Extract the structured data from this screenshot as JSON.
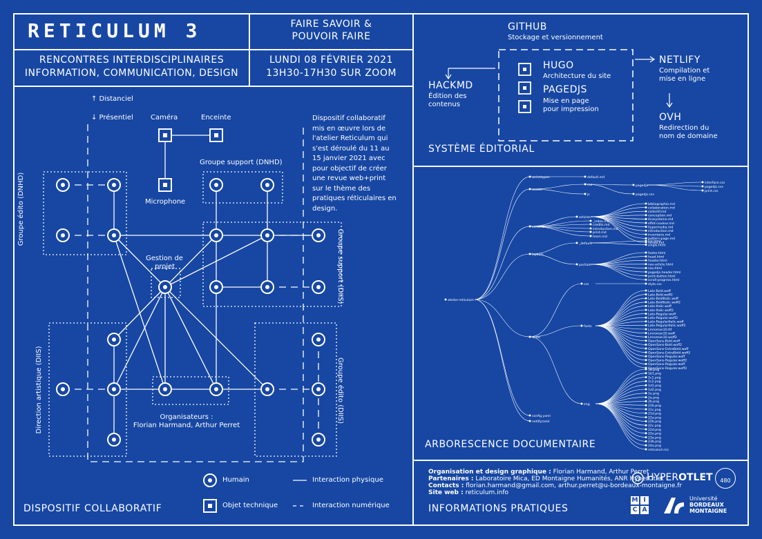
{
  "header": {
    "title": "RETICULUM 3",
    "tagline": [
      "FAIRE SAVOIR &",
      "POUVOIR FAIRE"
    ],
    "subtitle": [
      "RENCONTRES INTERDISCIPLINAIRES",
      "INFORMATION, COMMUNICATION, DESIGN"
    ],
    "date": [
      "LUNDI 08 FÉVRIER 2021",
      "13H30-17H30 SUR ZOOM"
    ]
  },
  "editorial": {
    "section_title": "SYSTÈME ÉDITORIAL",
    "github": {
      "name": "GITHUB",
      "desc": "Stockage et versionnement"
    },
    "hackmd": {
      "name": "HACKMD",
      "desc": [
        "Édition des",
        "contenus"
      ]
    },
    "hugo": {
      "name": "HUGO",
      "desc": "Architecture du site"
    },
    "pagedjs": {
      "name": "PAGEDJS",
      "desc": [
        "Mise en page",
        "pour impression"
      ]
    },
    "netlify": {
      "name": "NETLIFY",
      "desc": [
        "Compilation et",
        "mise en ligne"
      ]
    },
    "ovh": {
      "name": "OVH",
      "desc": [
        "Redirection du",
        "nom de domaine"
      ]
    }
  },
  "tree": {
    "section_title": "ARBORESCENCE DOCUMENTAIRE",
    "root": "atelier-reticulum",
    "level1": [
      "archetypes",
      "assets",
      "content",
      "layouts",
      "static",
      "config.yaml",
      "netlify.toml"
    ],
    "level2": [
      "default.md",
      "css",
      "js",
      "pagedjs",
      "pagedjs.css",
      "articles",
      "_index.md",
      "credits.md",
      "introduction.md",
      "print.md",
      "team.md",
      "_default",
      "partials",
      "css",
      "fonts",
      "img"
    ],
    "level3": [
      "interface.css",
      "pagedjs.css",
      "print.css",
      "bibliographie.md",
      "collaboration.md",
      "collectif.md",
      "conception.md",
      "écosysteme.md",
      "effet-couleur.md",
      "hypermedia.md",
      "introduction.md",
      "inventaire.md",
      "pattern-page.md",
      "renvoi.md",
      "list.html",
      "single.html",
      "footer.html",
      "head.html",
      "header.html",
      "nav-article.html",
      "nav.html",
      "pagedjs-header.html",
      "print-button.html",
      "scroll-progress.html",
      "style.css",
      "Lato-Bold.woff",
      "Lato-Bold.woff2",
      "Lato-BoldItalic.woff",
      "Lato-BoldItalic.woff2",
      "Lato-Italic.woff",
      "Lato-Italic.woff2",
      "Lato-Regular.woff",
      "Lato-Regular.woff2",
      "Lato-RegularItalic.woff",
      "Lato-RegularItalic.woff2",
      "Lmroman10.ttf",
      "Lmroman10.woff",
      "Lmroman10.woff2",
      "OpenSans-Bold.woff",
      "OpenSans-Bold.woff2",
      "OpenSans-ExtraBold.woff",
      "OpenSans-ExtraBold.woff2",
      "OpenSans-Regular.woff",
      "OpenSans-Regular.woff2",
      "OpenSans-Regular.woff",
      "OpenSans-Regular.woff2",
      "1b.png",
      "1b1.png",
      "1c1.png",
      "1c2.png",
      "1d1.png",
      "1d2.png",
      "1e.png",
      "2a.png",
      "2b.png",
      "21b.png",
      "21c.png",
      "21d.png",
      "22a.png",
      "22b.png",
      "22c.png",
      "22d.png",
      "22e.png",
      "23a.png",
      "23b.png",
      "24a.png",
      "reticulum.ico"
    ]
  },
  "dispositif": {
    "section_title": "DISPOSITIF COLLABORATIF",
    "distanciel": "↑ Distanciel",
    "presentiel": "↓ Présentiel",
    "camera": "Caméra",
    "enceinte": "Enceinte",
    "microphone": "Microphone",
    "groupe_support_dnhd": "Groupe support (DNHD)",
    "groupe_edito_dnhd": "Groupe édito (DNHD)",
    "groupe_support_diis": "Groupe support (DIIS)",
    "direction_artistique": "Direction artistique (DIIS)",
    "groupe_edito_diis": "Groupe édito (DIIS)",
    "gestion_projet": [
      "Gestion de",
      "projet"
    ],
    "organisateurs": [
      "Organisateurs :",
      "Florian Harmand, Arthur Perret"
    ],
    "description": "Dispositif collaboratif mis en œuvre lors de l'atelier Reticulum qui s'est déroulé du 11 au 15 janvier 2021 avec pour objectif de créer une revue web+print sur le thème des pratiques réticulaires en design.",
    "legend": {
      "humain": "Humain",
      "objet": "Objet technique",
      "physique": "Interaction physique",
      "numerique": "Interaction numérique"
    }
  },
  "infos": {
    "section_title": "INFORMATIONS PRATIQUES",
    "lines": [
      {
        "label": "Organisation et design graphique :",
        "value": "Florian Harmand, Arthur Perret"
      },
      {
        "label": "Partenaires :",
        "value": "Laboratoire Mica, ED Montaigne Humanités, ANR HyperOtlet"
      },
      {
        "label": "Contacts :",
        "value": "florian.harmand@gmail.com, arthur.perret@u-bordeaux-montaigne.fr"
      },
      {
        "label": "Site web :",
        "value": "reticulum.info"
      }
    ],
    "logos": {
      "hyperotlet_a": "HYPER",
      "hyperotlet_b": "OTLET",
      "badge": "480",
      "mica": [
        "M",
        "I",
        "C",
        "A"
      ],
      "ubm": [
        "Université",
        "BORDEAUX",
        "MONTAIGNE"
      ]
    }
  }
}
